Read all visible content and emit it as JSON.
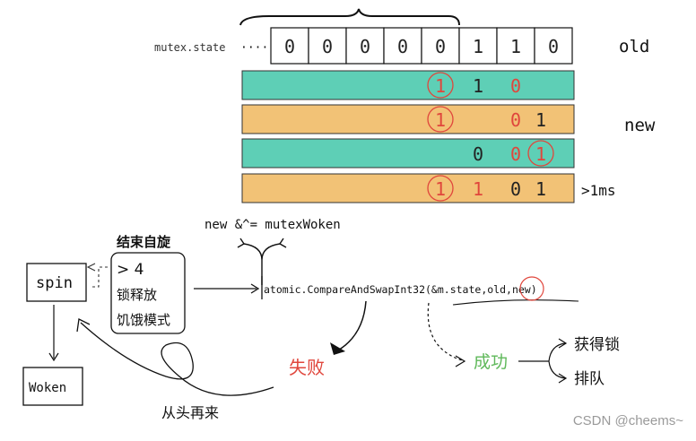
{
  "state_label": "mutex.state",
  "state_bits": [
    "0",
    "0",
    "0",
    "0",
    "0",
    "1",
    "1",
    "0"
  ],
  "labels": {
    "old": "old",
    "new": "new",
    "gt1ms": ">1ms",
    "new_expr": "new &^= mutexWoken",
    "cas_call": "atomic.CompareAndSwapInt32(&m.state,old,new)",
    "spin": "spin",
    "woken": "Woken",
    "end_spin": "结束自旋",
    "cond_1": "> 4",
    "cond_2": "锁释放",
    "cond_3": "饥饿模式",
    "fail": "失败",
    "success": "成功",
    "get_lock": "获得锁",
    "queue": "排队",
    "restart": "从头再来"
  },
  "rows": [
    {
      "color": "teal",
      "bits": [
        {
          "col": 5,
          "v": "1",
          "circled": true,
          "red": true
        },
        {
          "col": 6,
          "v": "1"
        },
        {
          "col": 7,
          "v": "0",
          "red": true
        }
      ]
    },
    {
      "color": "amber",
      "bits": [
        {
          "col": 5,
          "v": "1",
          "circled": true,
          "red": true
        },
        {
          "col": 7,
          "v": "0",
          "red": true
        },
        {
          "col": 8,
          "v": "1"
        }
      ]
    },
    {
      "color": "teal",
      "bits": [
        {
          "col": 6,
          "v": "0"
        },
        {
          "col": 7,
          "v": "0",
          "red": true
        },
        {
          "col": 8,
          "v": "1",
          "circled": true,
          "red": true
        }
      ]
    },
    {
      "color": "amber",
      "bits": [
        {
          "col": 5,
          "v": "1",
          "circled": true,
          "red": true
        },
        {
          "col": 6,
          "v": "1",
          "red": true
        },
        {
          "col": 7,
          "v": "0"
        },
        {
          "col": 8,
          "v": "1"
        }
      ]
    }
  ],
  "colors": {
    "teal": "#5ecfb6",
    "amber": "#f2c276",
    "red": "#e0463c",
    "green": "#5fb85a"
  },
  "watermark": "CSDN @cheems~"
}
